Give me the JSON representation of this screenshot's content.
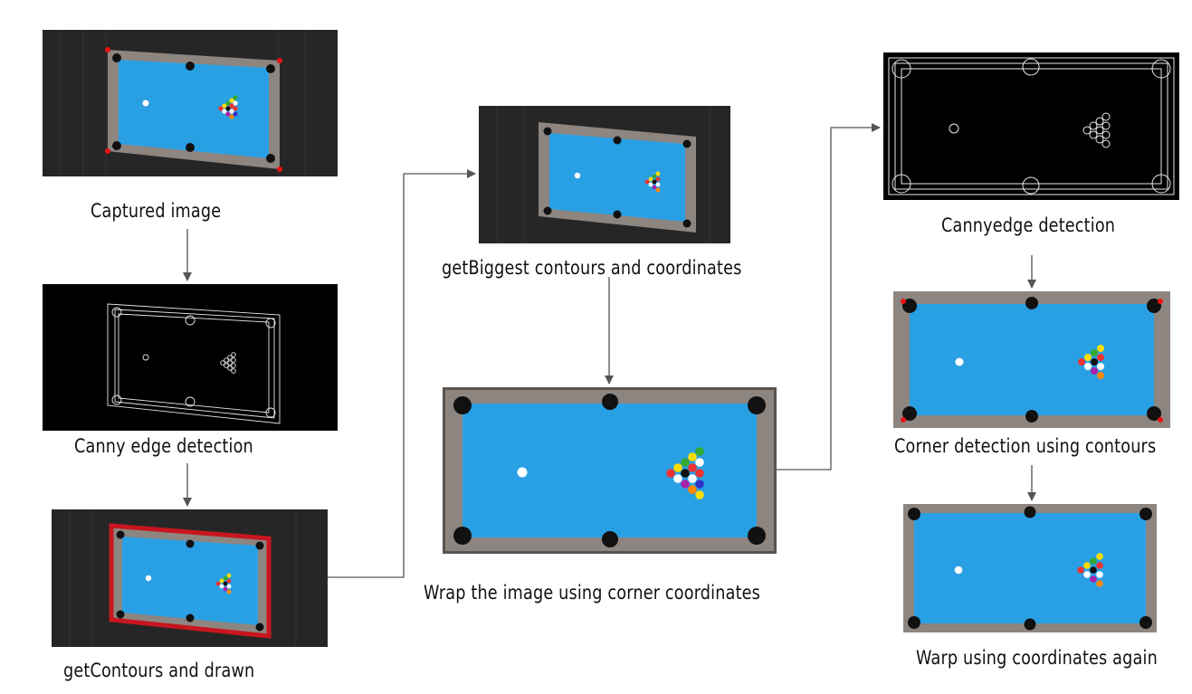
{
  "diagram": {
    "steps": [
      {
        "id": "captured",
        "caption": "Captured image"
      },
      {
        "id": "canny1",
        "caption": "Canny edge detection"
      },
      {
        "id": "contours",
        "caption": "getContours and drawn"
      },
      {
        "id": "biggest",
        "caption": "getBiggest contours and coordinates"
      },
      {
        "id": "wrap",
        "caption": "Wrap the image using corner coordinates"
      },
      {
        "id": "canny2",
        "caption": "Cannyedge detection"
      },
      {
        "id": "corners",
        "caption": "Corner detection using contours"
      },
      {
        "id": "warp2",
        "caption": "Warp using coordinates again"
      }
    ],
    "colors": {
      "felt": "#2aa0e4",
      "rail": "#8c8480",
      "background_dark": "#2b2b2b",
      "contour_red": "#c8161e",
      "edge_white": "#e8e8e8",
      "arrow": "#555555"
    }
  }
}
